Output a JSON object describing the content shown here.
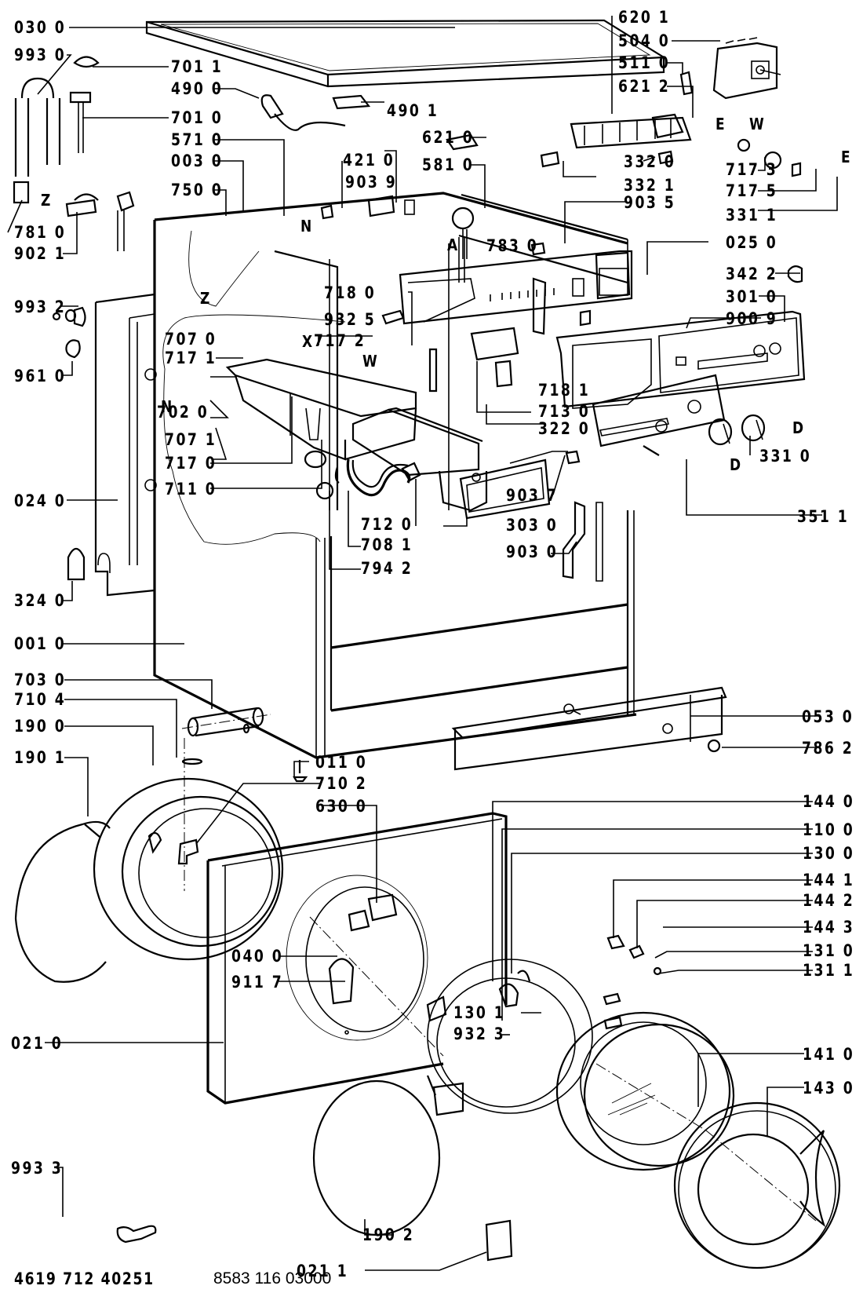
{
  "title": "Washing machine exploded parts diagram",
  "labels": [
    {
      "id": "030-0",
      "text": "030 0"
    },
    {
      "id": "993-0",
      "text": "993 0"
    },
    {
      "id": "701-1",
      "text": "701 1"
    },
    {
      "id": "490-0",
      "text": "490 0"
    },
    {
      "id": "701-0",
      "text": "701 0"
    },
    {
      "id": "571-0",
      "text": "571 0"
    },
    {
      "id": "003-0",
      "text": "003 0"
    },
    {
      "id": "750-0",
      "text": "750 0"
    },
    {
      "id": "781-0",
      "text": "781 0"
    },
    {
      "id": "902-1",
      "text": "902 1"
    },
    {
      "id": "490-1",
      "text": "490 1"
    },
    {
      "id": "421-0",
      "text": "421 0"
    },
    {
      "id": "903-9",
      "text": "903 9"
    },
    {
      "id": "621-0",
      "text": "621 0"
    },
    {
      "id": "581-0",
      "text": "581 0"
    },
    {
      "id": "783-0",
      "text": "783 0"
    },
    {
      "id": "620-1",
      "text": "620 1"
    },
    {
      "id": "504-0",
      "text": "504 0"
    },
    {
      "id": "511-0",
      "text": "511 0"
    },
    {
      "id": "621-2",
      "text": "621 2"
    },
    {
      "id": "332-0",
      "text": "332 0"
    },
    {
      "id": "332-1",
      "text": "332 1"
    },
    {
      "id": "903-5",
      "text": "903 5"
    },
    {
      "id": "717-3",
      "text": "717 3"
    },
    {
      "id": "717-5",
      "text": "717 5"
    },
    {
      "id": "331-1",
      "text": "331 1"
    },
    {
      "id": "025-0",
      "text": "025 0"
    },
    {
      "id": "342-2",
      "text": "342 2"
    },
    {
      "id": "301-0",
      "text": "301 0"
    },
    {
      "id": "900-9",
      "text": "900 9"
    },
    {
      "id": "993-2",
      "text": "993 2"
    },
    {
      "id": "961-0",
      "text": "961 0"
    },
    {
      "id": "718-0",
      "text": "718 0"
    },
    {
      "id": "932-5",
      "text": "932 5"
    },
    {
      "id": "707-0",
      "text": "707 0"
    },
    {
      "id": "717-1",
      "text": "717 1"
    },
    {
      "id": "717-2",
      "text": "717 2"
    },
    {
      "id": "702-0",
      "text": "702 0"
    },
    {
      "id": "707-1",
      "text": "707 1"
    },
    {
      "id": "717-0",
      "text": "717 0"
    },
    {
      "id": "711-0",
      "text": "711 0"
    },
    {
      "id": "718-1",
      "text": "718 1"
    },
    {
      "id": "713-0",
      "text": "713 0"
    },
    {
      "id": "322-0",
      "text": "322 0"
    },
    {
      "id": "331-0",
      "text": "331 0"
    },
    {
      "id": "024-0",
      "text": "024 0"
    },
    {
      "id": "712-0",
      "text": "712 0"
    },
    {
      "id": "708-1",
      "text": "708 1"
    },
    {
      "id": "794-2",
      "text": "794 2"
    },
    {
      "id": "303-0",
      "text": "303 0"
    },
    {
      "id": "903-7",
      "text": "903 7"
    },
    {
      "id": "903-0",
      "text": "903 0"
    },
    {
      "id": "351-1",
      "text": "351 1"
    },
    {
      "id": "324-0",
      "text": "324 0"
    },
    {
      "id": "001-0",
      "text": "001 0"
    },
    {
      "id": "703-0",
      "text": "703 0"
    },
    {
      "id": "710-4",
      "text": "710 4"
    },
    {
      "id": "190-0",
      "text": "190 0"
    },
    {
      "id": "190-1",
      "text": "190 1"
    },
    {
      "id": "053-0",
      "text": "053 0"
    },
    {
      "id": "786-2",
      "text": "786 2"
    },
    {
      "id": "011-0",
      "text": "011 0"
    },
    {
      "id": "710-2",
      "text": "710 2"
    },
    {
      "id": "630-0",
      "text": "630 0"
    },
    {
      "id": "144-0",
      "text": "144 0"
    },
    {
      "id": "110-0",
      "text": "110 0"
    },
    {
      "id": "130-0",
      "text": "130 0"
    },
    {
      "id": "144-1",
      "text": "144 1"
    },
    {
      "id": "144-2",
      "text": "144 2"
    },
    {
      "id": "144-3",
      "text": "144 3"
    },
    {
      "id": "131-0",
      "text": "131 0"
    },
    {
      "id": "131-1",
      "text": "131 1"
    },
    {
      "id": "040-0",
      "text": "040 0"
    },
    {
      "id": "911-7",
      "text": "911 7"
    },
    {
      "id": "130-1",
      "text": "130 1"
    },
    {
      "id": "932-3",
      "text": "932 3"
    },
    {
      "id": "141-0",
      "text": "141 0"
    },
    {
      "id": "143-0",
      "text": "143 0"
    },
    {
      "id": "021-0",
      "text": "021 0"
    },
    {
      "id": "993-3",
      "text": "993 3"
    },
    {
      "id": "190-2",
      "text": "190 2"
    },
    {
      "id": "021-1",
      "text": "021 1"
    }
  ],
  "letters": {
    "z1": "Z",
    "z2": "Z",
    "n1": "N",
    "n2": "N",
    "a": "A",
    "e1": "E",
    "e2": "E",
    "w1": "W",
    "w2": "W",
    "x": "X",
    "d1": "D",
    "d2": "D"
  },
  "footer": {
    "doc_number": "4619 712 40251",
    "service_number": "8583 116 03000"
  }
}
